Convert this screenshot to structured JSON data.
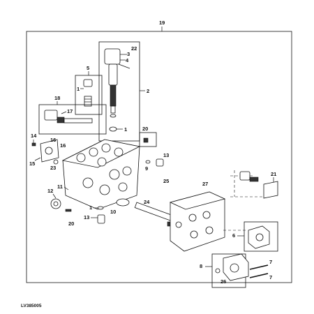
{
  "drawing_code": "LV385005",
  "callouts": {
    "c1": "1",
    "c2": "2",
    "c3": "3",
    "c4": "4",
    "c5": "5",
    "c6": "6",
    "c7": "7",
    "c8": "8",
    "c9": "9",
    "c10": "10",
    "c11": "11",
    "c12": "12",
    "c13": "13",
    "c14": "14",
    "c15": "15",
    "c16": "16",
    "c17": "17",
    "c18": "18",
    "c19": "19",
    "c20": "20",
    "c21": "21",
    "c22": "22",
    "c23": "23",
    "c24": "24",
    "c25": "25",
    "c26": "26",
    "c27": "27"
  }
}
